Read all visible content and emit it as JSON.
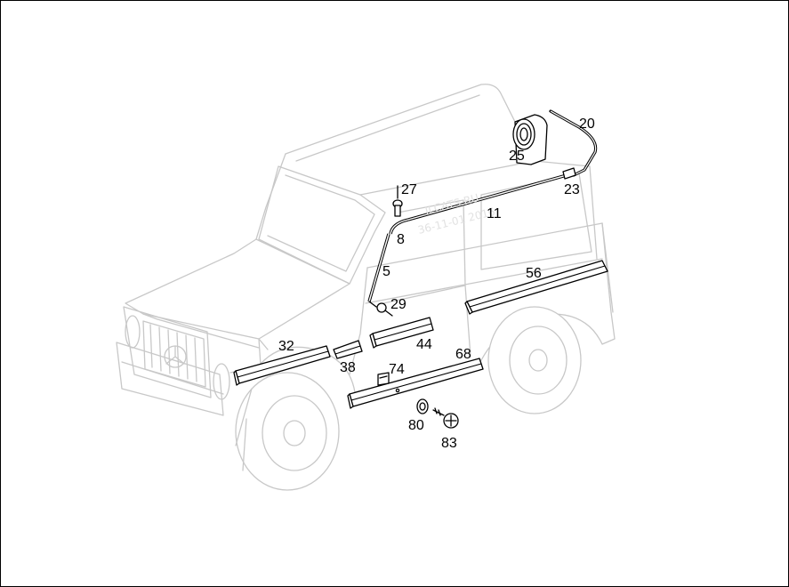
{
  "diagram": {
    "watermark": [
      "ILCATS.RU",
      "36-11-01 2016"
    ],
    "callouts": {
      "c20": "20",
      "c25": "25",
      "c23": "23",
      "c27": "27",
      "c11": "11",
      "c8": "8",
      "c5": "5",
      "c56": "56",
      "c29": "29",
      "c32": "32",
      "c44": "44",
      "c68": "68",
      "c38": "38",
      "c74": "74",
      "c80": "80",
      "c83": "83"
    }
  }
}
